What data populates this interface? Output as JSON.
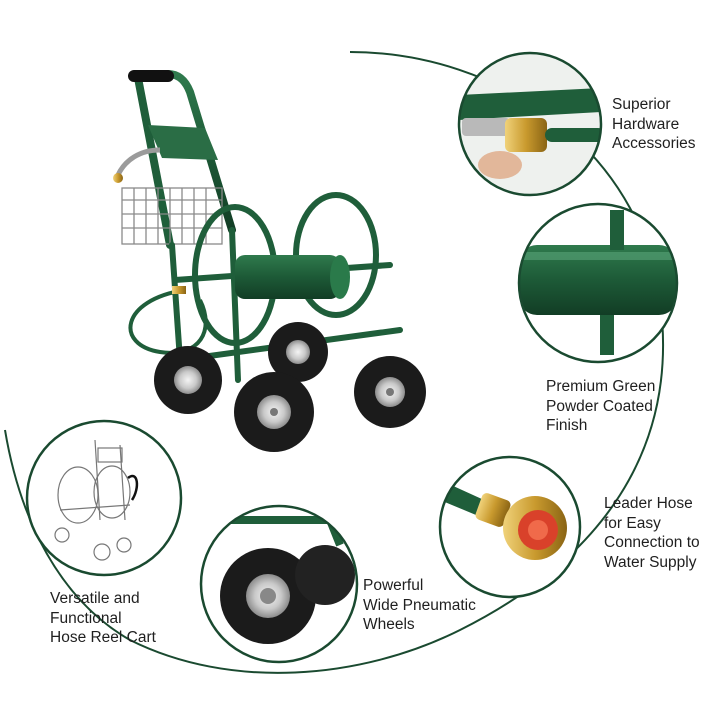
{
  "features": {
    "hardware": {
      "label": "Superior\nHardware\nAccessories",
      "icon": "brass-connector-icon"
    },
    "finish": {
      "label": "Premium Green\nPowder Coated\nFinish",
      "icon": "green-tube-icon"
    },
    "leader": {
      "label": "Leader Hose\nfor Easy\nConnection to\nWater Supply",
      "icon": "hose-fitting-icon"
    },
    "versatile": {
      "label": "Versatile and\nFunctional\nHose Reel Cart",
      "icon": "cart-sketch-icon"
    },
    "wheels": {
      "label": "Powerful\nWide Pneumatic\nWheels",
      "icon": "pneumatic-wheel-icon"
    }
  },
  "colors": {
    "frame_green": "#1f5e3a",
    "tire_black": "#1b1b1b",
    "brass": "#c99a2e",
    "accent_ring": "#1a4a30"
  }
}
